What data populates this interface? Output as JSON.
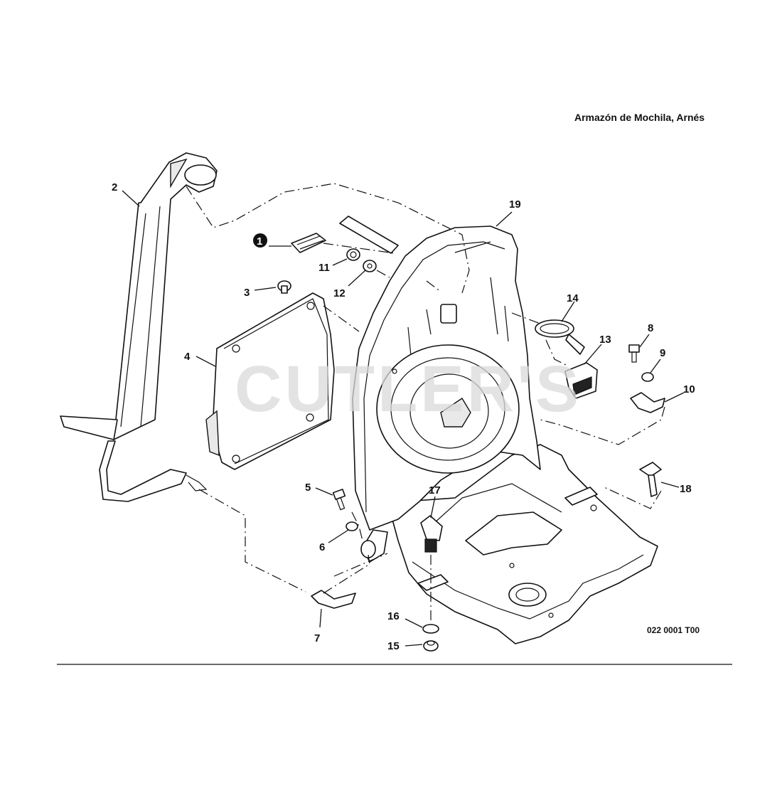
{
  "diagram": {
    "title": "Armazón de Mochila, Arnés",
    "drawing_code": "022 0001 T00",
    "watermark": "CUTLER'S",
    "callouts": [
      "1",
      "2",
      "3",
      "4",
      "5",
      "6",
      "7",
      "8",
      "9",
      "10",
      "11",
      "12",
      "13",
      "14",
      "15",
      "16",
      "17",
      "18",
      "19"
    ],
    "colors": {
      "ink": "#111111",
      "watermark": "#d9d9d9",
      "background": "#ffffff"
    }
  }
}
